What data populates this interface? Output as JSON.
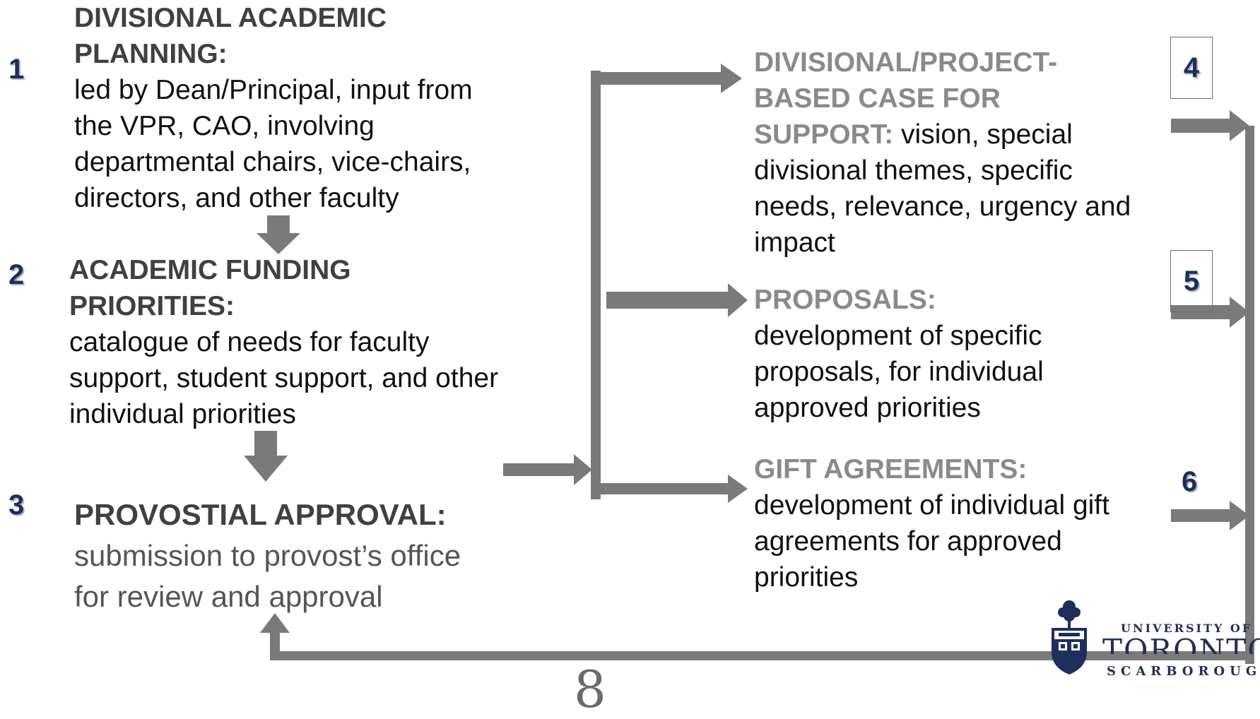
{
  "steps": [
    {
      "number": "1",
      "heading": [
        "DIVISIONAL ACADEMIC",
        "PLANNING:"
      ],
      "body": [
        "led by Dean/Principal, input from",
        "the VPR, CAO, involving",
        "departmental chairs, vice-chairs,",
        "directors, and other faculty"
      ]
    },
    {
      "number": "2",
      "heading": [
        "ACADEMIC FUNDING",
        "PRIORITIES:"
      ],
      "body": [
        "catalogue of needs for faculty",
        "support, student support, and other",
        "individual priorities"
      ]
    },
    {
      "number": "3",
      "heading": "PROVOSTIAL APPROVAL:",
      "body": [
        "submission to provost’s office",
        "for review and approval"
      ]
    },
    {
      "number": "4",
      "heading": [
        "DIVISIONAL/PROJECT-",
        "BASED CASE FOR",
        "SUPPORT:"
      ],
      "body_inline": " vision, special",
      "body": [
        "divisional themes, specific",
        "needs, relevance, urgency and",
        "impact"
      ]
    },
    {
      "number": "5",
      "heading": "PROPOSALS:",
      "body": [
        "development of specific",
        "proposals, for individual",
        "approved priorities"
      ]
    },
    {
      "number": "6",
      "heading": "GIFT AGREEMENTS:",
      "body": [
        "development of individual gift",
        "agreements for approved",
        "priorities"
      ]
    }
  ],
  "logo": {
    "line1": "UNIVERSITY OF",
    "line2": "TORONTO",
    "line3": "SCARBOROUGH"
  },
  "page_number": "8",
  "colors": {
    "arrow": "#7a7a7a",
    "number": "#1c2f5a",
    "heading_grey": "#8a8a8a",
    "heading_dark": "#404040"
  }
}
